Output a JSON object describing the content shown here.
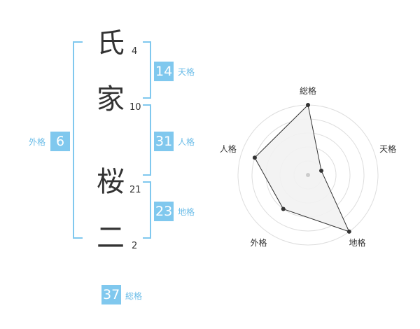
{
  "name": {
    "chars": [
      {
        "char": "氏",
        "strokes": "4"
      },
      {
        "char": "家",
        "strokes": "10"
      },
      {
        "char": "桜",
        "strokes": "21"
      },
      {
        "char": "二",
        "strokes": "2"
      }
    ]
  },
  "scores": {
    "tenkaku": {
      "value": "14",
      "label": "天格"
    },
    "jinkaku": {
      "value": "31",
      "label": "人格"
    },
    "chikaku": {
      "value": "23",
      "label": "地格"
    },
    "gaikaku": {
      "value": "6",
      "label": "外格"
    },
    "soukaku": {
      "value": "37",
      "label": "総格"
    }
  },
  "colors": {
    "accent": "#80c8ee",
    "accent_text": "#6cbde8",
    "text": "#333333",
    "grid": "#dddddd",
    "radar_fill": "#f2f2f2"
  },
  "chart_data": {
    "type": "radar",
    "axes": [
      "総格",
      "天格",
      "地格",
      "外格",
      "人格"
    ],
    "values": [
      5,
      1,
      5,
      3,
      4
    ],
    "range": [
      0,
      5
    ],
    "rings": 5
  }
}
